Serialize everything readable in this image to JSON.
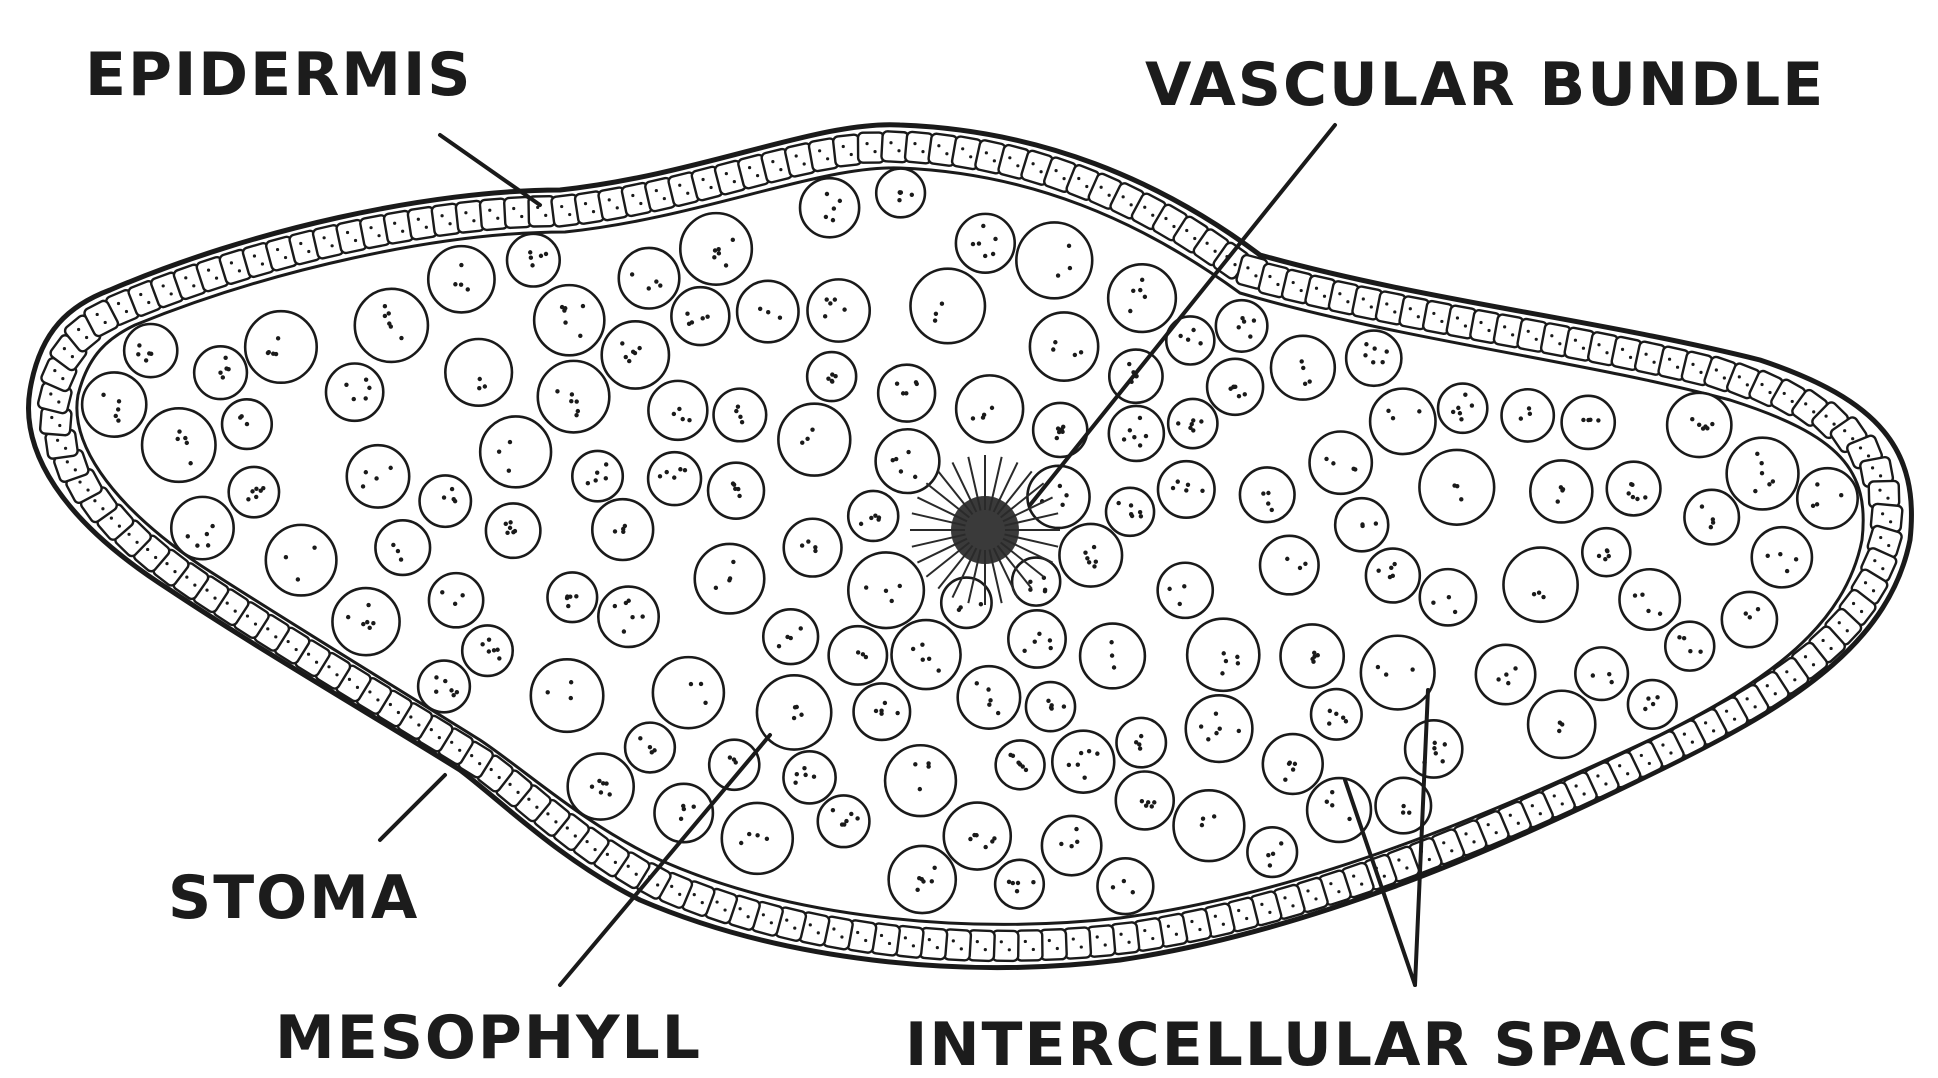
{
  "labels": {
    "epidermis": "EPIDERMIS",
    "vascular_bundle": "VASCULAR BUNDLE",
    "stoma": "STOMA",
    "mesophyll": "MESOPHYLL",
    "intercellular_spaces": "INTERCELLULAR SPACES"
  },
  "colors": {
    "ink": "#1a1a1a",
    "paper": "#ffffff"
  }
}
